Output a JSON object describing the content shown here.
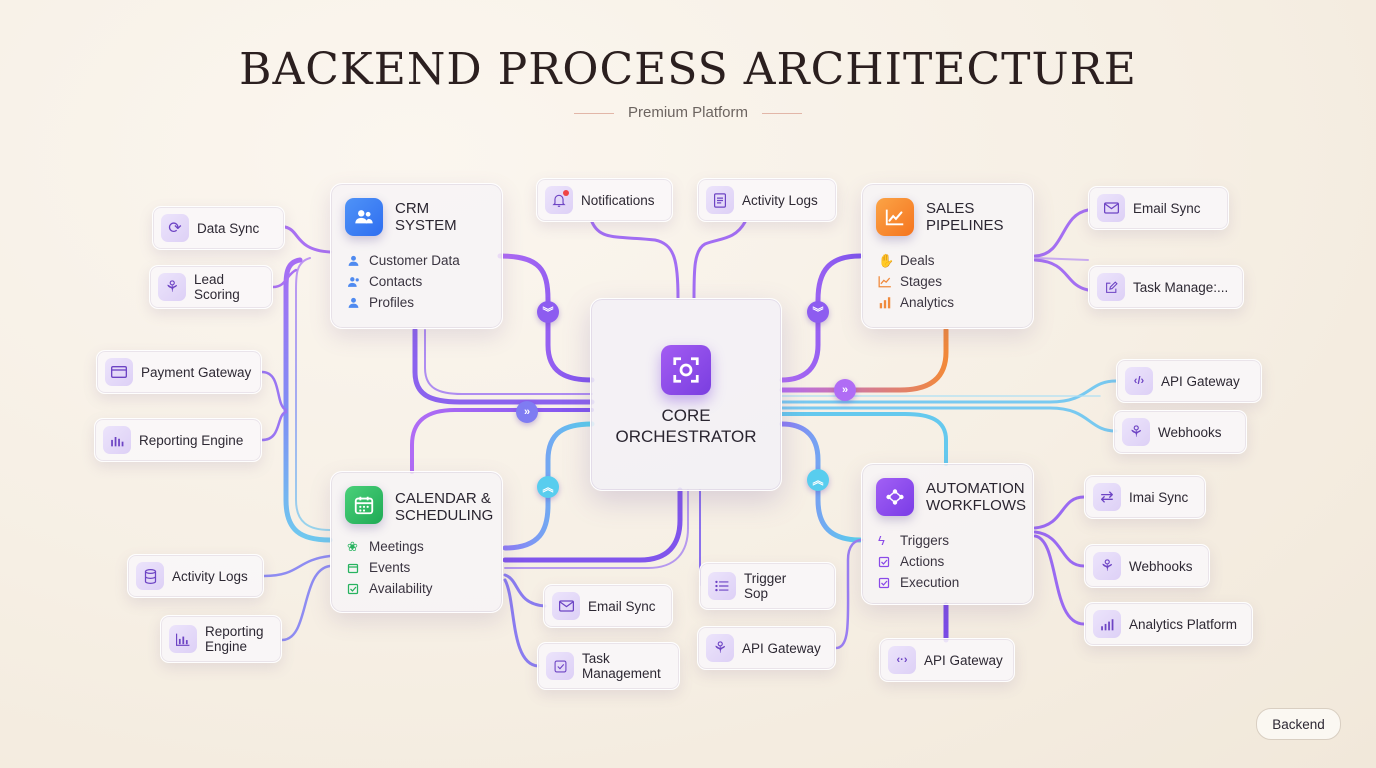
{
  "title": "BACKEND PROCESS ARCHITECTURE",
  "subtitle": "Premium Platform",
  "core": {
    "title": "CORE\nORCHESTRATOR",
    "icon": "focus-icon",
    "color": "#8b4ae8"
  },
  "panels": {
    "crm": {
      "title": "CRM\nSYSTEM",
      "icon": "users-icon",
      "color": "#3b82f6",
      "items": [
        {
          "label": "Customer Data",
          "icon": "user-icon"
        },
        {
          "label": "Contacts",
          "icon": "users-icon"
        },
        {
          "label": "Profiles",
          "icon": "user-icon"
        }
      ]
    },
    "sales": {
      "title": "SALES\nPIPELINES",
      "icon": "trending-chart-icon",
      "color": "#f97316",
      "items": [
        {
          "label": "Deals",
          "icon": "handshake-icon"
        },
        {
          "label": "Stages",
          "icon": "line-chart-icon"
        },
        {
          "label": "Analytics",
          "icon": "bar-chart-icon"
        }
      ]
    },
    "calendar": {
      "title": "CALENDAR &\nSCHEDULING",
      "icon": "calendar-icon",
      "color": "#22c55e",
      "items": [
        {
          "label": "Meetings",
          "icon": "group-icon"
        },
        {
          "label": "Events",
          "icon": "calendar-icon"
        },
        {
          "label": "Availability",
          "icon": "check-square-icon"
        }
      ]
    },
    "automation": {
      "title": "AUTOMATION\nWORKFLOWS",
      "icon": "workflow-icon",
      "color": "#8b3fe6",
      "items": [
        {
          "label": "Triggers",
          "icon": "lightning-icon"
        },
        {
          "label": "Actions",
          "icon": "check-square-icon"
        },
        {
          "label": "Execution",
          "icon": "check-square-icon"
        }
      ]
    }
  },
  "chips": {
    "data_sync": "Data Sync",
    "lead_scoring": "Lead Scoring",
    "payment_gateway": "Payment Gateway",
    "reporting_engine_left": "Reporting Engine",
    "activity_logs_left": "Activity Logs",
    "reporting_engine_bottom": "Reporting\nEngine",
    "notifications": "Notifications",
    "activity_logs_top": "Activity Logs",
    "email_sync_right": "Email Sync",
    "task_manager_right": "Task Manage:...",
    "api_gateway_right": "API  Gateway",
    "webhooks_right": "Webhooks",
    "imai_sync": "Imai Sync",
    "webhooks_right2": "Webhooks",
    "analytics_platform": "Analytics Platform",
    "email_sync_bottom": "Email Sync",
    "task_management_bottom": "Task\nManagement",
    "trigger_sop": "Trigger\nSop",
    "api_gateway_bottom": "API Gateway",
    "api_gateway_bottom2": "API Gateway"
  },
  "footer": "Backend",
  "colors": {
    "purple": "#9b5cf0",
    "cyan": "#5ed3ec",
    "orange": "#f08a3c",
    "blue": "#6a8cf0"
  }
}
